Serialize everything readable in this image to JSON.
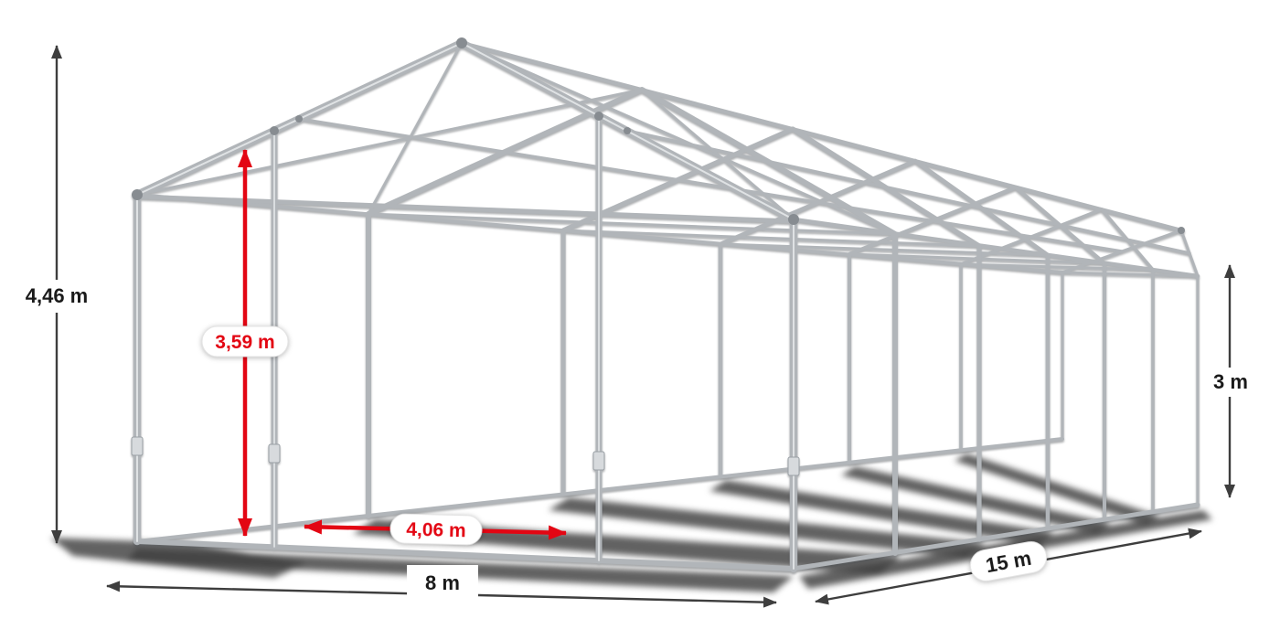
{
  "diagram": {
    "type": "product-dimension-diagram",
    "subject": "party-tent-steel-frame",
    "dimensions": {
      "total_height": "4,46 m",
      "entrance_height": "3,59 m",
      "side_height": "3 m",
      "width": "8 m",
      "length": "15 m",
      "entrance_width": "4,06 m"
    },
    "colors": {
      "background": "#ffffff",
      "frame": "#b1b5b9",
      "frame_joint": "#878c91",
      "ground_shadow": "#3f3f3f",
      "dimension_line": "#3e3e3e",
      "dimension_text": "#1a1a1a",
      "accent_red": "#e30613"
    }
  }
}
